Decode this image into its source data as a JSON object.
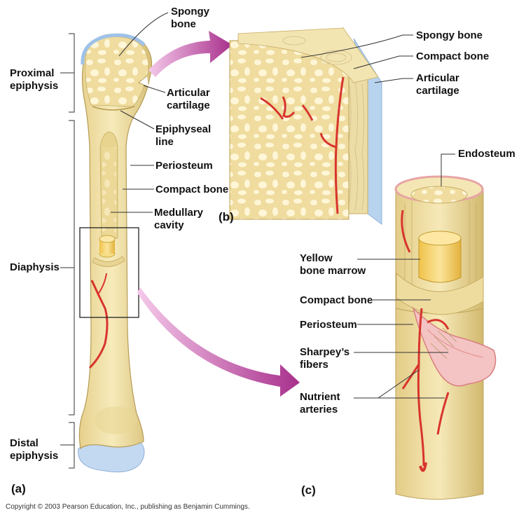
{
  "labels": {
    "proximal_epiphysis": "Proximal\nepiphysis",
    "diaphysis": "Diaphysis",
    "distal_epiphysis": "Distal\nepiphysis",
    "a_spongy_bone": "Spongy\nbone",
    "a_articular_cartilage": "Articular\ncartilage",
    "a_epiphyseal_line": "Epiphyseal\nline",
    "a_periosteum": "Periosteum",
    "a_compact_bone": "Compact bone",
    "a_medullary_cavity": "Medullary\ncavity",
    "b_spongy_bone": "Spongy bone",
    "b_compact_bone": "Compact bone",
    "b_articular_cartilage": "Articular\ncartilage",
    "c_endosteum": "Endosteum",
    "c_yellow_marrow": "Yellow\nbone marrow",
    "c_compact_bone": "Compact bone",
    "c_periosteum": "Periosteum",
    "c_sharpeys_fibers": "Sharpey’s\nfibers",
    "c_nutrient_arteries": "Nutrient\narteries"
  },
  "panels": {
    "a": "(a)",
    "b": "(b)",
    "c": "(c)"
  },
  "copyright": "Copyright © 2003 Pearson Education, Inc., publishing as Benjamin Cummings.",
  "colors": {
    "bone": "#f2e3a9",
    "bone_dark": "#d9c47e",
    "cartilage": "#b8d3ee",
    "artery": "#d8342e",
    "periosteum": "#f2b8b8",
    "arrow": "#b4419a"
  }
}
